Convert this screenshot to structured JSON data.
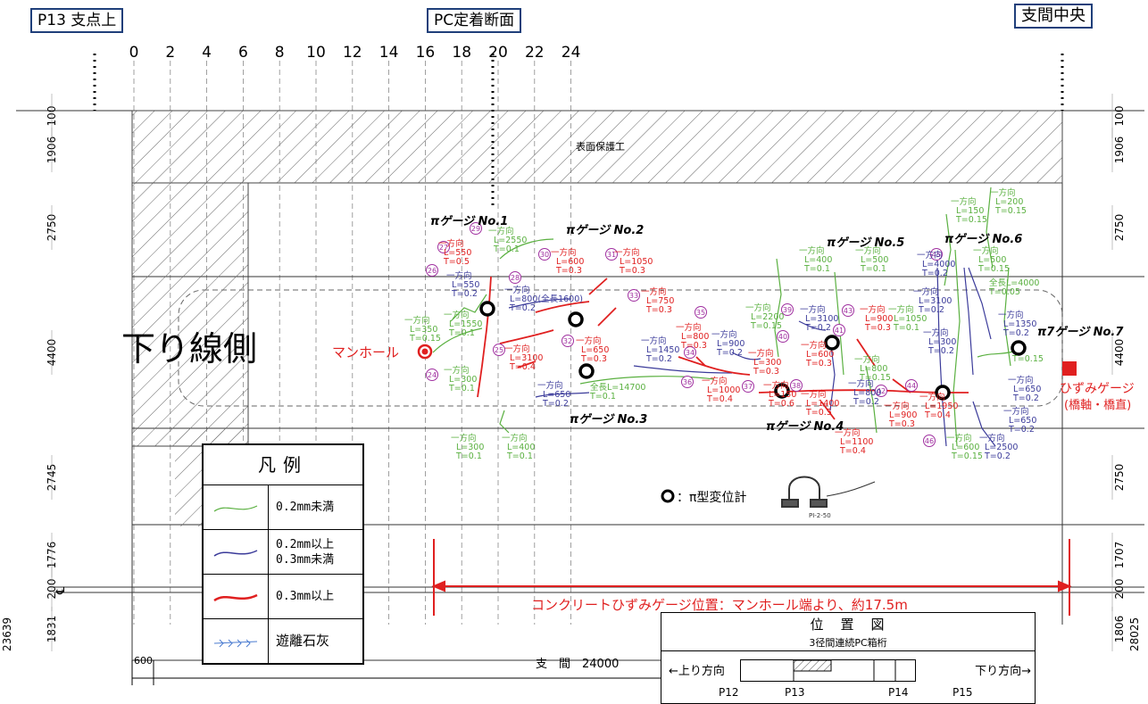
{
  "headers": {
    "p13": "P13 支点上",
    "pc": "PC定着断面",
    "mid": "支間中央"
  },
  "axis_ticks": [
    "0",
    "2",
    "4",
    "6",
    "8",
    "10",
    "12",
    "14",
    "16",
    "18",
    "20",
    "22",
    "24"
  ],
  "side_label": "下り線側",
  "surface_label": "表面保護工",
  "manhole_label": "マンホール",
  "left_dims": [
    "100",
    "1906",
    "2750",
    "4400",
    "2745",
    "1776",
    "200",
    "1831"
  ],
  "right_dims": [
    "100",
    "1906",
    "2750",
    "4400",
    "2750",
    "1707",
    "200",
    "1806"
  ],
  "total_left": "23639",
  "total_right": "28025",
  "gauges": [
    "πゲージ No.1",
    "πゲージ No.2",
    "πゲージ No.3",
    "πゲージ No.4",
    "πゲージ No.5",
    "πゲージ No.6",
    "π7ゲージ No.7"
  ],
  "strain_gauge": {
    "line1": "ひずみゲージ",
    "line2": "(橋軸・橋直)"
  },
  "meter_label": "：π型変位計",
  "meter_model": "PI-2-50",
  "concrete_label": "コンクリートひずみゲージ位置：マンホール端より、約17.5m",
  "span_label": "支　間　24000",
  "dim_600": "600",
  "legend": {
    "title": "凡例",
    "rows": [
      {
        "l1": "0.2mm未満",
        "l2": ""
      },
      {
        "l1": "0.2mm以上",
        "l2": "0.3mm未満"
      },
      {
        "l1": "0.3mm以上",
        "l2": ""
      },
      {
        "l1": "遊離石灰",
        "l2": ""
      }
    ]
  },
  "position": {
    "title": "位　置　図",
    "subtitle": "3径間連続PC箱桁",
    "left": "←上り方向",
    "right": "下り方向→",
    "piers": [
      "P12",
      "P13",
      "P14",
      "P15"
    ]
  },
  "circle_nums": [
    "24",
    "25",
    "26",
    "27",
    "28",
    "29",
    "30",
    "31",
    "32",
    "33",
    "34",
    "35",
    "36",
    "37",
    "38",
    "39",
    "40",
    "41",
    "42",
    "43",
    "44",
    "45",
    "46"
  ],
  "annotations": [
    {
      "t": "一方向|L=2550|T=0.1",
      "c": "g"
    },
    {
      "t": "一方向|L=550|T=0.5",
      "c": "r"
    },
    {
      "t": "一方向|L=550|T=0.2",
      "c": "b"
    },
    {
      "t": "一方向|L=1550|T=0.1",
      "c": "g"
    },
    {
      "t": "一方向|L=350|T=0.15",
      "c": "g"
    },
    {
      "t": "一方向|L=300|T=0.1",
      "c": "g"
    },
    {
      "t": "一方向|L=800(全長1600)|T=0.2",
      "c": "b"
    },
    {
      "t": "一方向|L=600|T=0.3",
      "c": "r"
    },
    {
      "t": "一方向|L=1050|T=0.3",
      "c": "r"
    },
    {
      "t": "一方向|L=750|T=0.3",
      "c": "r"
    },
    {
      "t": "一方向|L=3100|T=0.4",
      "c": "r"
    },
    {
      "t": "一方向|L=650|T=0.3",
      "c": "r"
    },
    {
      "t": "一方向|L=650|T=0.2",
      "c": "b"
    },
    {
      "t": "全長L=14700|T=0.1",
      "c": "g"
    },
    {
      "t": "一方向|L=1450|T=0.2",
      "c": "b"
    },
    {
      "t": "一方向|L=800|T=0.3",
      "c": "r"
    },
    {
      "t": "一方向|L=900|T=0.2",
      "c": "b"
    },
    {
      "t": "一方向|L=2200|T=0.15",
      "c": "g"
    },
    {
      "t": "一方向|L=300|T=0.3",
      "c": "r"
    },
    {
      "t": "一方向|L=1000|T=0.4",
      "c": "r"
    },
    {
      "t": "一方向|L=150|T=0.6",
      "c": "r"
    },
    {
      "t": "一方向|L=1400|T=0.5",
      "c": "r"
    },
    {
      "t": "一方向|L=400|T=0.1",
      "c": "g"
    },
    {
      "t": "一方向|L=500|T=0.1",
      "c": "g"
    },
    {
      "t": "一方向|L=3100|T=0.2",
      "c": "b"
    },
    {
      "t": "一方向|L=600|T=0.3",
      "c": "r"
    },
    {
      "t": "一方向|L=900|T=0.3",
      "c": "r"
    },
    {
      "t": "一方向|L=1050|T=0.1",
      "c": "g"
    },
    {
      "t": "一方向|L=800|T=0.15",
      "c": "g"
    },
    {
      "t": "一方向|L=800|T=0.2",
      "c": "b"
    },
    {
      "t": "一方向|L=1100|T=0.4",
      "c": "r"
    },
    {
      "t": "一方向|L=900|T=0.3",
      "c": "r"
    },
    {
      "t": "一方向|L=1950|T=0.4",
      "c": "r"
    },
    {
      "t": "一方向|L=300|T=0.2",
      "c": "b"
    },
    {
      "t": "一方向|L=3100|T=0.2",
      "c": "b"
    },
    {
      "t": "一方向|L=4000|T=0.2",
      "c": "b"
    },
    {
      "t": "一方向|L=500|T=0.15",
      "c": "g"
    },
    {
      "t": "一方向|L=200|T=0.15",
      "c": "g"
    },
    {
      "t": "一方向|L=150|T=0.15",
      "c": "g"
    },
    {
      "t": "全長L=4000|T=0.05",
      "c": "g"
    },
    {
      "t": "一方向|L=1350|T=0.2",
      "c": "b"
    },
    {
      "t": "T=0.15",
      "c": "g"
    },
    {
      "t": "一方向|L=650|T=0.2",
      "c": "b"
    },
    {
      "t": "一方向|L=650|T=0.2",
      "c": "b"
    },
    {
      "t": "一方向|L=600|T=0.15",
      "c": "g"
    },
    {
      "t": "一方向|L=2500|T=0.2",
      "c": "b"
    },
    {
      "t": "一方向|L=300|T=0.1",
      "c": "g"
    },
    {
      "t": "一方向|L=400|T=0.1",
      "c": "g"
    }
  ],
  "colors": {
    "green": "#5ab040",
    "blue": "#3b3b9a",
    "red": "#e02020",
    "label_border": "#1f3f7a",
    "circle_num": "#a030a0"
  }
}
